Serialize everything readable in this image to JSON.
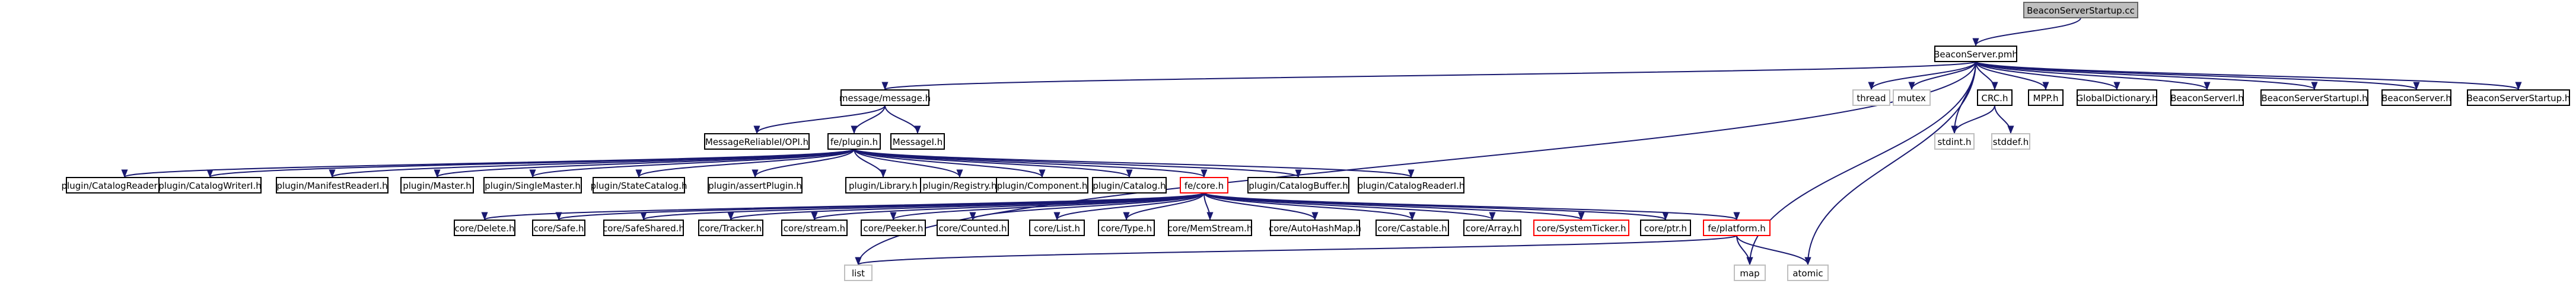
{
  "diagram": {
    "title": "BeaconServerStartup.cc",
    "colors": {
      "edge": "#191970",
      "border_normal": "#000000",
      "border_root": "#666666",
      "fill_root": "#bfbfbf",
      "border_external": "#bfbfbf",
      "text_external": "#7f7f7f",
      "border_truncated": "#ff0000"
    },
    "nodes": {
      "root": {
        "label": "BeaconServerStartup.cc",
        "kind": "root"
      },
      "beacon_server_pmh": {
        "label": "BeaconServer.pmh",
        "kind": "normal"
      },
      "message_message_h": {
        "label": "message/message.h",
        "kind": "normal"
      },
      "thread": {
        "label": "thread",
        "kind": "external"
      },
      "mutex": {
        "label": "mutex",
        "kind": "external"
      },
      "crc_h": {
        "label": "CRC.h",
        "kind": "normal"
      },
      "mpp_h": {
        "label": "MPP.h",
        "kind": "normal"
      },
      "global_dictionary_h": {
        "label": "GlobalDictionary.h",
        "kind": "normal"
      },
      "beacon_server_i_h": {
        "label": "BeaconServerI.h",
        "kind": "normal"
      },
      "beacon_server_startup_i_h": {
        "label": "BeaconServerStartupI.h",
        "kind": "normal"
      },
      "beacon_server_h": {
        "label": "BeaconServer.h",
        "kind": "normal"
      },
      "beacon_server_startup_h": {
        "label": "BeaconServerStartup.h",
        "kind": "normal"
      },
      "message_reliable_i_opi_h": {
        "label": "MessageReliableI/OPI.h",
        "kind": "normal"
      },
      "fe_plugin_h": {
        "label": "fe/plugin.h",
        "kind": "normal"
      },
      "messagei_h": {
        "label": "MessageI.h",
        "kind": "normal"
      },
      "stdint_h": {
        "label": "stdint.h",
        "kind": "external"
      },
      "stddef_h": {
        "label": "stddef.h",
        "kind": "external"
      },
      "plugin_catalog_reader_base_h": {
        "label": "plugin/CatalogReaderBase.h",
        "kind": "normal"
      },
      "plugin_catalog_writer_i_h": {
        "label": "plugin/CatalogWriterI.h",
        "kind": "normal"
      },
      "plugin_manifest_reader_i_h": {
        "label": "plugin/ManifestReaderI.h",
        "kind": "normal"
      },
      "plugin_master_h": {
        "label": "plugin/Master.h",
        "kind": "normal"
      },
      "plugin_single_master_h": {
        "label": "plugin/SingleMaster.h",
        "kind": "normal"
      },
      "plugin_state_catalog_h": {
        "label": "plugin/StateCatalog.h",
        "kind": "normal"
      },
      "plugin_assert_plugin_h": {
        "label": "plugin/assertPlugin.h",
        "kind": "normal"
      },
      "plugin_library_h": {
        "label": "plugin/Library.h",
        "kind": "normal"
      },
      "plugin_registry_h": {
        "label": "plugin/Registry.h",
        "kind": "normal"
      },
      "plugin_component_h": {
        "label": "plugin/Component.h",
        "kind": "normal"
      },
      "plugin_catalog_h": {
        "label": "plugin/Catalog.h",
        "kind": "normal"
      },
      "fe_core_h": {
        "label": "fe/core.h",
        "kind": "truncated"
      },
      "plugin_catalog_buffer_h": {
        "label": "plugin/CatalogBuffer.h",
        "kind": "normal"
      },
      "plugin_catalog_reader_i_h": {
        "label": "plugin/CatalogReaderI.h",
        "kind": "normal"
      },
      "core_delete_h": {
        "label": "core/Delete.h",
        "kind": "normal"
      },
      "core_safe_h": {
        "label": "core/Safe.h",
        "kind": "normal"
      },
      "core_safe_shared_h": {
        "label": "core/SafeShared.h",
        "kind": "normal"
      },
      "core_tracker_h": {
        "label": "core/Tracker.h",
        "kind": "normal"
      },
      "core_stream_h": {
        "label": "core/stream.h",
        "kind": "normal"
      },
      "core_peeker_h": {
        "label": "core/Peeker.h",
        "kind": "normal"
      },
      "core_counted_h": {
        "label": "core/Counted.h",
        "kind": "normal"
      },
      "core_list_h": {
        "label": "core/List.h",
        "kind": "normal"
      },
      "core_type_h": {
        "label": "core/Type.h",
        "kind": "normal"
      },
      "core_mem_stream_h": {
        "label": "core/MemStream.h",
        "kind": "normal"
      },
      "core_auto_hash_map_h": {
        "label": "core/AutoHashMap.h",
        "kind": "normal"
      },
      "core_castable_h": {
        "label": "core/Castable.h",
        "kind": "normal"
      },
      "core_array_h": {
        "label": "core/Array.h",
        "kind": "normal"
      },
      "core_system_ticker_h": {
        "label": "core/SystemTicker.h",
        "kind": "truncated"
      },
      "core_ptr_h": {
        "label": "core/ptr.h",
        "kind": "normal"
      },
      "fe_platform_h": {
        "label": "fe/platform.h",
        "kind": "truncated"
      },
      "list": {
        "label": "list",
        "kind": "external"
      },
      "map": {
        "label": "map",
        "kind": "external"
      },
      "atomic": {
        "label": "atomic",
        "kind": "external"
      }
    },
    "edges": [
      [
        "root",
        "beacon_server_pmh"
      ],
      [
        "beacon_server_pmh",
        "message_message_h"
      ],
      [
        "beacon_server_pmh",
        "list"
      ],
      [
        "beacon_server_pmh",
        "thread"
      ],
      [
        "beacon_server_pmh",
        "mutex"
      ],
      [
        "beacon_server_pmh",
        "crc_h"
      ],
      [
        "beacon_server_pmh",
        "stdint_h"
      ],
      [
        "beacon_server_pmh",
        "mpp_h"
      ],
      [
        "beacon_server_pmh",
        "global_dictionary_h"
      ],
      [
        "beacon_server_pmh",
        "beacon_server_i_h"
      ],
      [
        "beacon_server_pmh",
        "beacon_server_startup_i_h"
      ],
      [
        "beacon_server_pmh",
        "beacon_server_h"
      ],
      [
        "beacon_server_pmh",
        "beacon_server_startup_h"
      ],
      [
        "beacon_server_pmh",
        "map"
      ],
      [
        "beacon_server_pmh",
        "atomic"
      ],
      [
        "crc_h",
        "stdint_h"
      ],
      [
        "crc_h",
        "stddef_h"
      ],
      [
        "message_message_h",
        "message_reliable_i_opi_h"
      ],
      [
        "message_message_h",
        "fe_plugin_h"
      ],
      [
        "message_message_h",
        "messagei_h"
      ],
      [
        "fe_plugin_h",
        "plugin_catalog_reader_base_h"
      ],
      [
        "fe_plugin_h",
        "plugin_catalog_writer_i_h"
      ],
      [
        "fe_plugin_h",
        "plugin_manifest_reader_i_h"
      ],
      [
        "fe_plugin_h",
        "plugin_master_h"
      ],
      [
        "fe_plugin_h",
        "plugin_single_master_h"
      ],
      [
        "fe_plugin_h",
        "plugin_state_catalog_h"
      ],
      [
        "fe_plugin_h",
        "plugin_assert_plugin_h"
      ],
      [
        "fe_plugin_h",
        "plugin_library_h"
      ],
      [
        "fe_plugin_h",
        "plugin_registry_h"
      ],
      [
        "fe_plugin_h",
        "plugin_component_h"
      ],
      [
        "fe_plugin_h",
        "plugin_catalog_h"
      ],
      [
        "fe_plugin_h",
        "fe_core_h"
      ],
      [
        "fe_plugin_h",
        "plugin_catalog_buffer_h"
      ],
      [
        "fe_plugin_h",
        "plugin_catalog_reader_i_h"
      ],
      [
        "fe_core_h",
        "core_delete_h"
      ],
      [
        "fe_core_h",
        "core_safe_h"
      ],
      [
        "fe_core_h",
        "core_safe_shared_h"
      ],
      [
        "fe_core_h",
        "core_tracker_h"
      ],
      [
        "fe_core_h",
        "core_stream_h"
      ],
      [
        "fe_core_h",
        "core_peeker_h"
      ],
      [
        "fe_core_h",
        "core_counted_h"
      ],
      [
        "fe_core_h",
        "core_list_h"
      ],
      [
        "fe_core_h",
        "core_type_h"
      ],
      [
        "fe_core_h",
        "core_mem_stream_h"
      ],
      [
        "fe_core_h",
        "core_auto_hash_map_h"
      ],
      [
        "fe_core_h",
        "core_castable_h"
      ],
      [
        "fe_core_h",
        "core_array_h"
      ],
      [
        "fe_core_h",
        "core_system_ticker_h"
      ],
      [
        "fe_core_h",
        "core_ptr_h"
      ],
      [
        "fe_core_h",
        "fe_platform_h"
      ],
      [
        "fe_platform_h",
        "list"
      ],
      [
        "fe_platform_h",
        "map"
      ],
      [
        "fe_platform_h",
        "atomic"
      ]
    ]
  }
}
